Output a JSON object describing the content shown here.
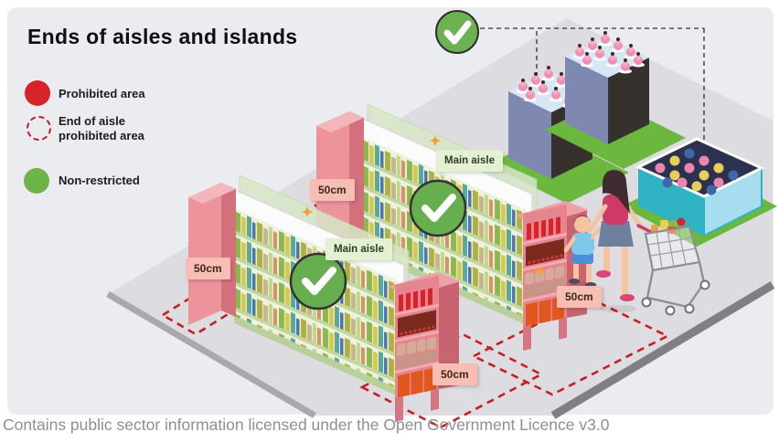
{
  "title": "Ends of aisles and islands",
  "legend": {
    "prohibited_label": "Prohibited area",
    "end_of_aisle_label_line1": "End of aisle",
    "end_of_aisle_label_line2": "prohibited area",
    "non_restricted_label": "Non-restricted"
  },
  "scene": {
    "aisle_labels": [
      "Main aisle",
      "Main aisle"
    ],
    "distance_labels": [
      "50cm",
      "50cm",
      "50cm",
      "50cm"
    ]
  },
  "caption": "Contains public sector information licensed under the Open Government Licence v3.0",
  "colors": {
    "prohibited_red": "#d8232a",
    "non_restricted_green": "#6db347",
    "dashed_zone_red": "#c32026",
    "distance_tag_bg": "#f8beb3",
    "aisle_tag_bg": "#e3f0d2",
    "panel_background": "#ebecf0",
    "floor_gray": "#dddde1",
    "shelf_end_pink": "#e5858f",
    "island_blue": "#7f88b0",
    "dump_bin_teal": "#2fb3c3"
  }
}
